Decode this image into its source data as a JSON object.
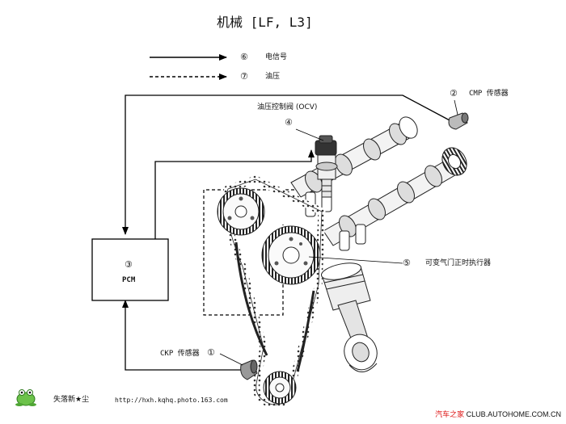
{
  "title": "机械 [LF, L3]",
  "legend": [
    {
      "num": "⑥",
      "label": "电信号",
      "style": "solid"
    },
    {
      "num": "⑦",
      "label": "油压",
      "style": "dashed"
    }
  ],
  "components": {
    "cmp": {
      "num": "②",
      "label": "CMP 传感器"
    },
    "ocv": {
      "num": "④",
      "label": "油压控制阀 (OCV)"
    },
    "actuator": {
      "num": "⑤",
      "label": "可变气门正时执行器"
    },
    "pcm": {
      "num": "③",
      "label": "PCM"
    },
    "ckp": {
      "num": "①",
      "label": "CKP 传感器"
    }
  },
  "footer": {
    "author": "失落新★尘",
    "url": "http://hxh.kqhq.photo.163.com",
    "site_prefix": "汽车之家",
    "site_suffix": "CLUB.AUTOHOME.COM.CN"
  }
}
